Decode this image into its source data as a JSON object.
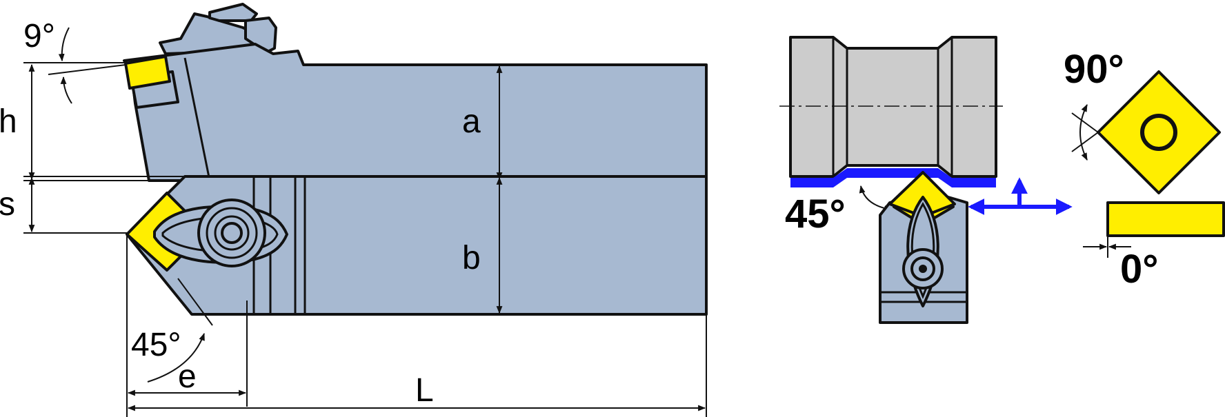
{
  "labels": {
    "angle_9": "9°",
    "h": "h",
    "a": "a",
    "s": "s",
    "b": "b",
    "angle_45_left": "45°",
    "e": "e",
    "L": "L",
    "angle_90": "90°",
    "angle_45_right": "45°",
    "angle_0": "0°"
  },
  "colors": {
    "holder": "#a7b9d1",
    "insert": "#ffee00",
    "workpiece": "#cccccc",
    "machined_edge": "#1a1aff",
    "outline": "#111111"
  },
  "icons": {
    "feed_direction": "blue-arrows-icon",
    "clamp_screw": "screw-icon"
  }
}
